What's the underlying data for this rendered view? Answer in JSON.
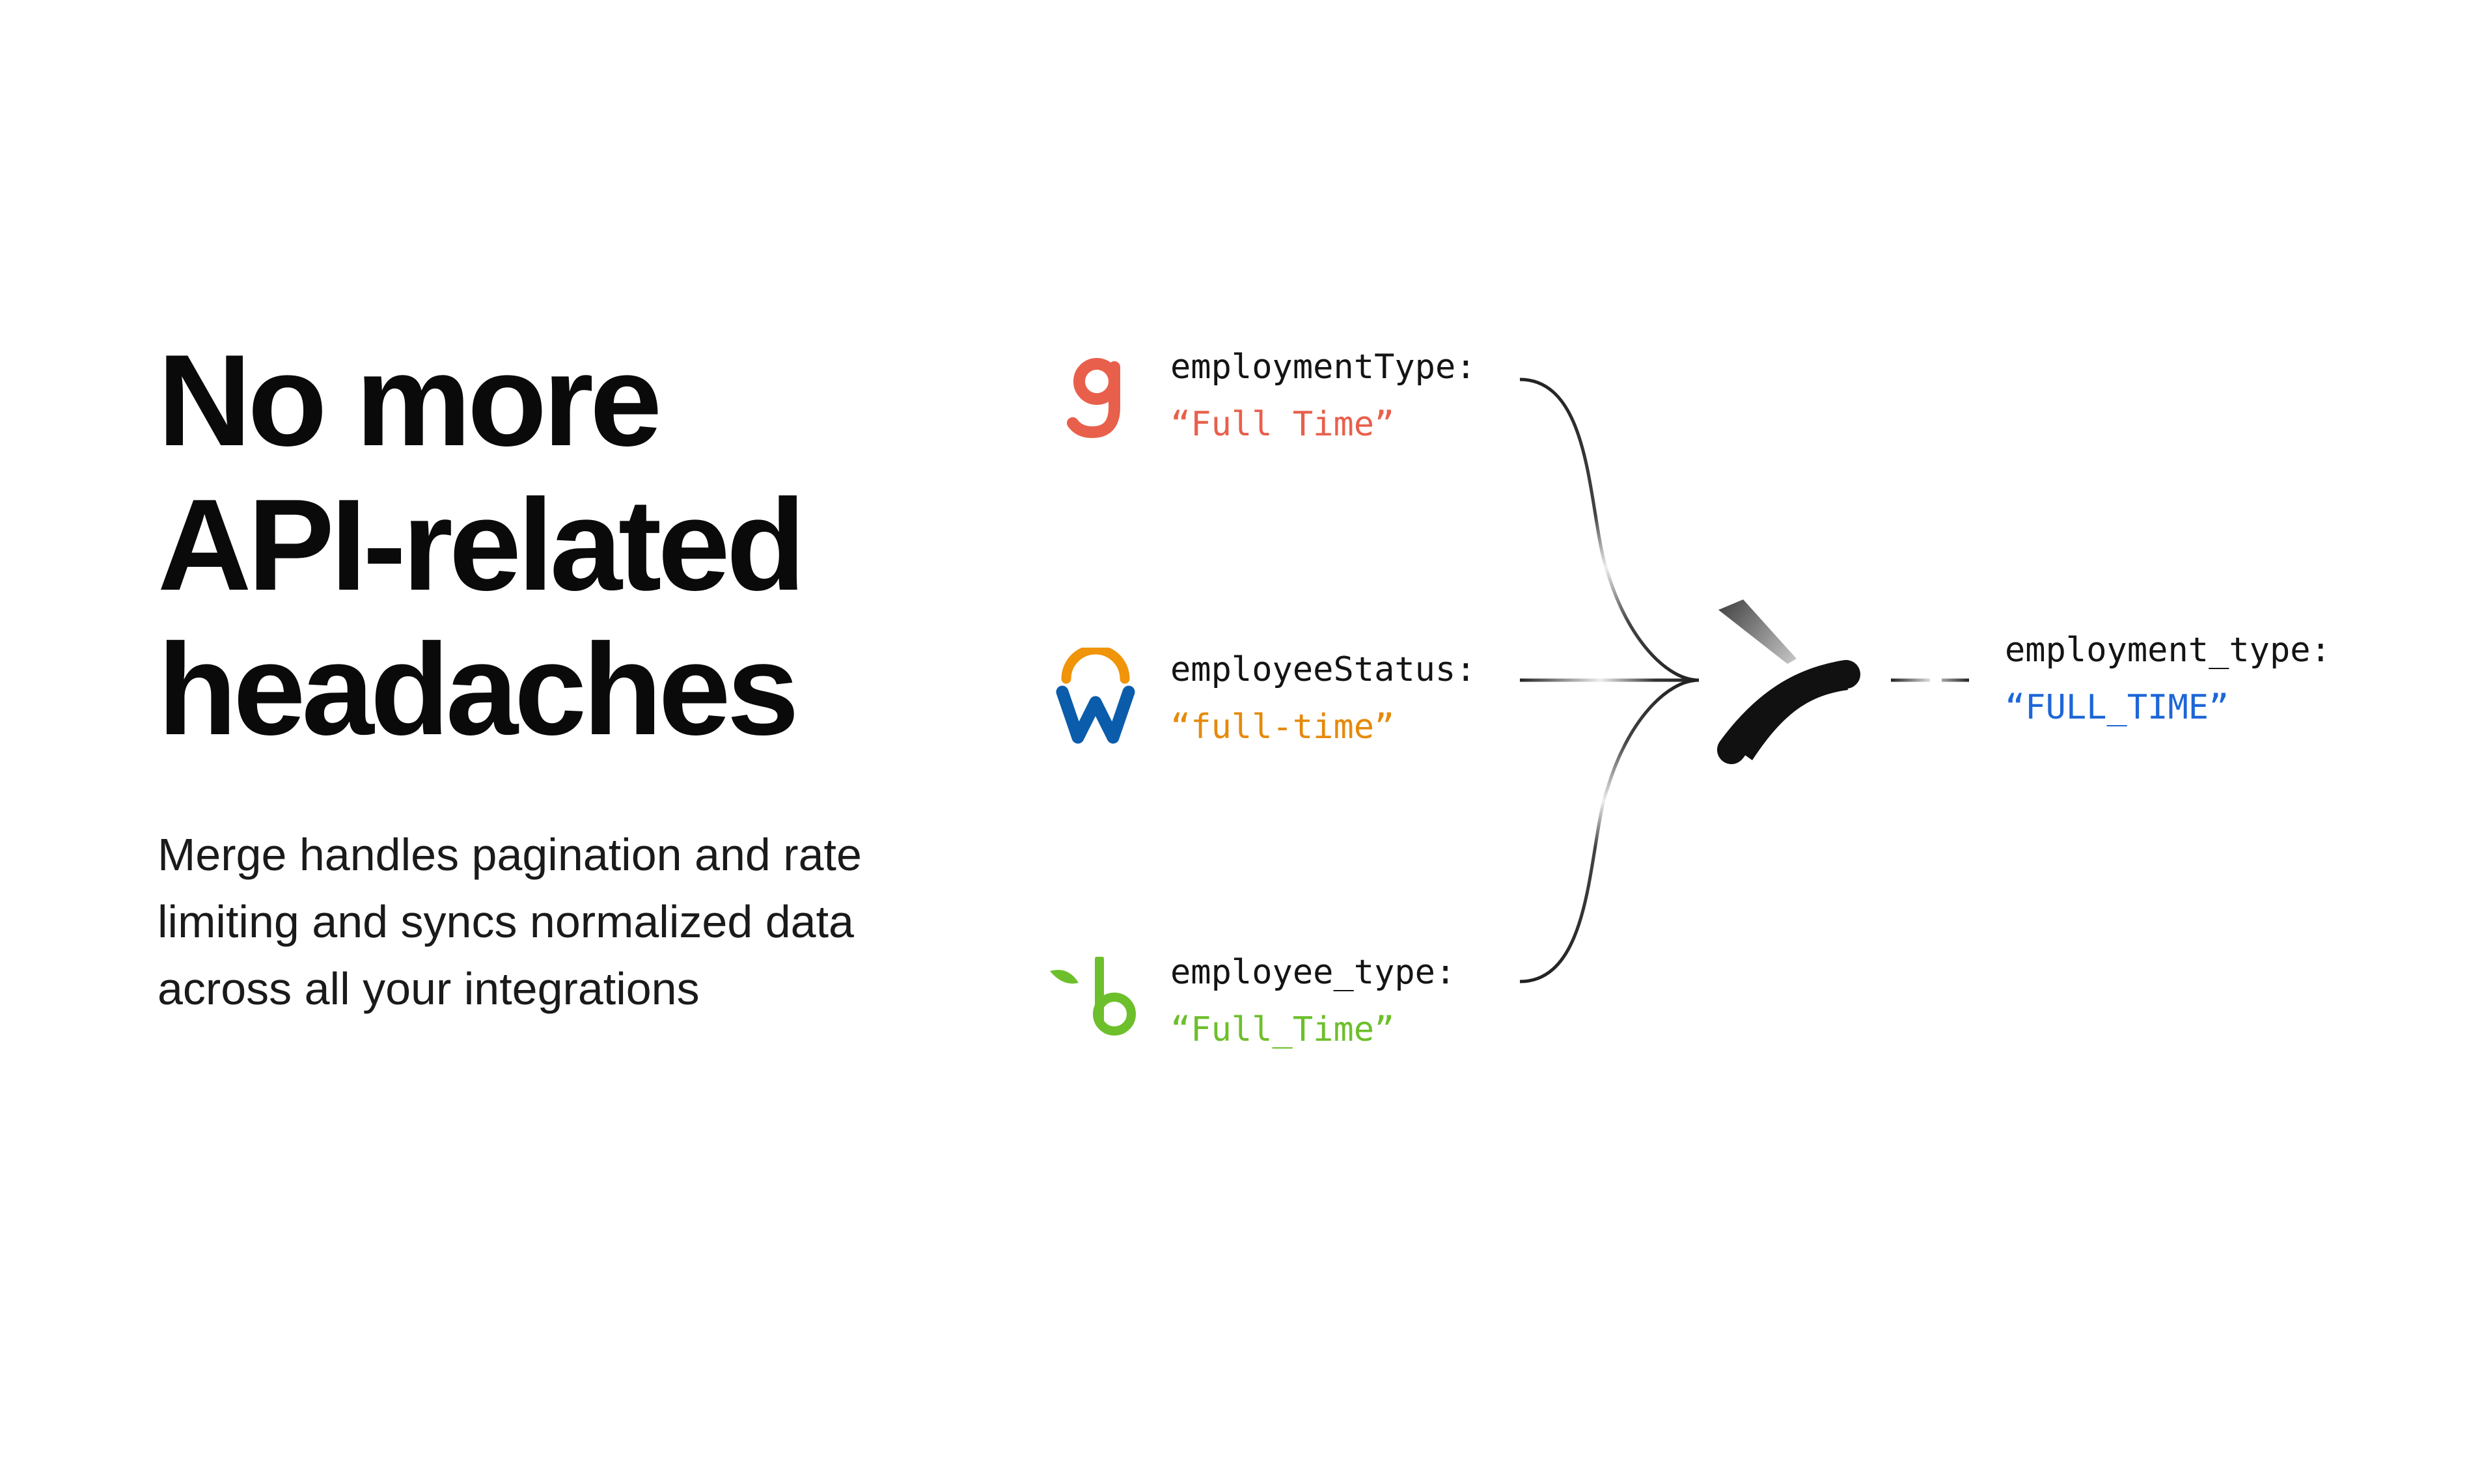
{
  "headline": {
    "line1": "No more",
    "line2": "API-related",
    "line3": "headaches"
  },
  "subhead": {
    "line1": "Merge handles pagination and rate",
    "line2": "limiting and syncs normalized data",
    "line3": "across all your integrations"
  },
  "sources": [
    {
      "icon": "g-logo-icon",
      "key": "employmentType:",
      "value": "“Full Time”",
      "color": "#e8604c"
    },
    {
      "icon": "workday-logo-icon",
      "key": "employeeStatus:",
      "value": "“full-time”",
      "color": "#e58a0c"
    },
    {
      "icon": "bamboohr-logo-icon",
      "key": "employee_type:",
      "value": "“Full_Time”",
      "color": "#6dbf2b"
    }
  ],
  "hub": {
    "icon": "merge-logo-icon",
    "color": "#111111"
  },
  "output": {
    "key": "employment_type:",
    "value": "“FULL_TIME”",
    "color": "#1d66d6"
  },
  "colors": {
    "workday_blue": "#0b5cab",
    "workday_orange": "#f0940a"
  }
}
